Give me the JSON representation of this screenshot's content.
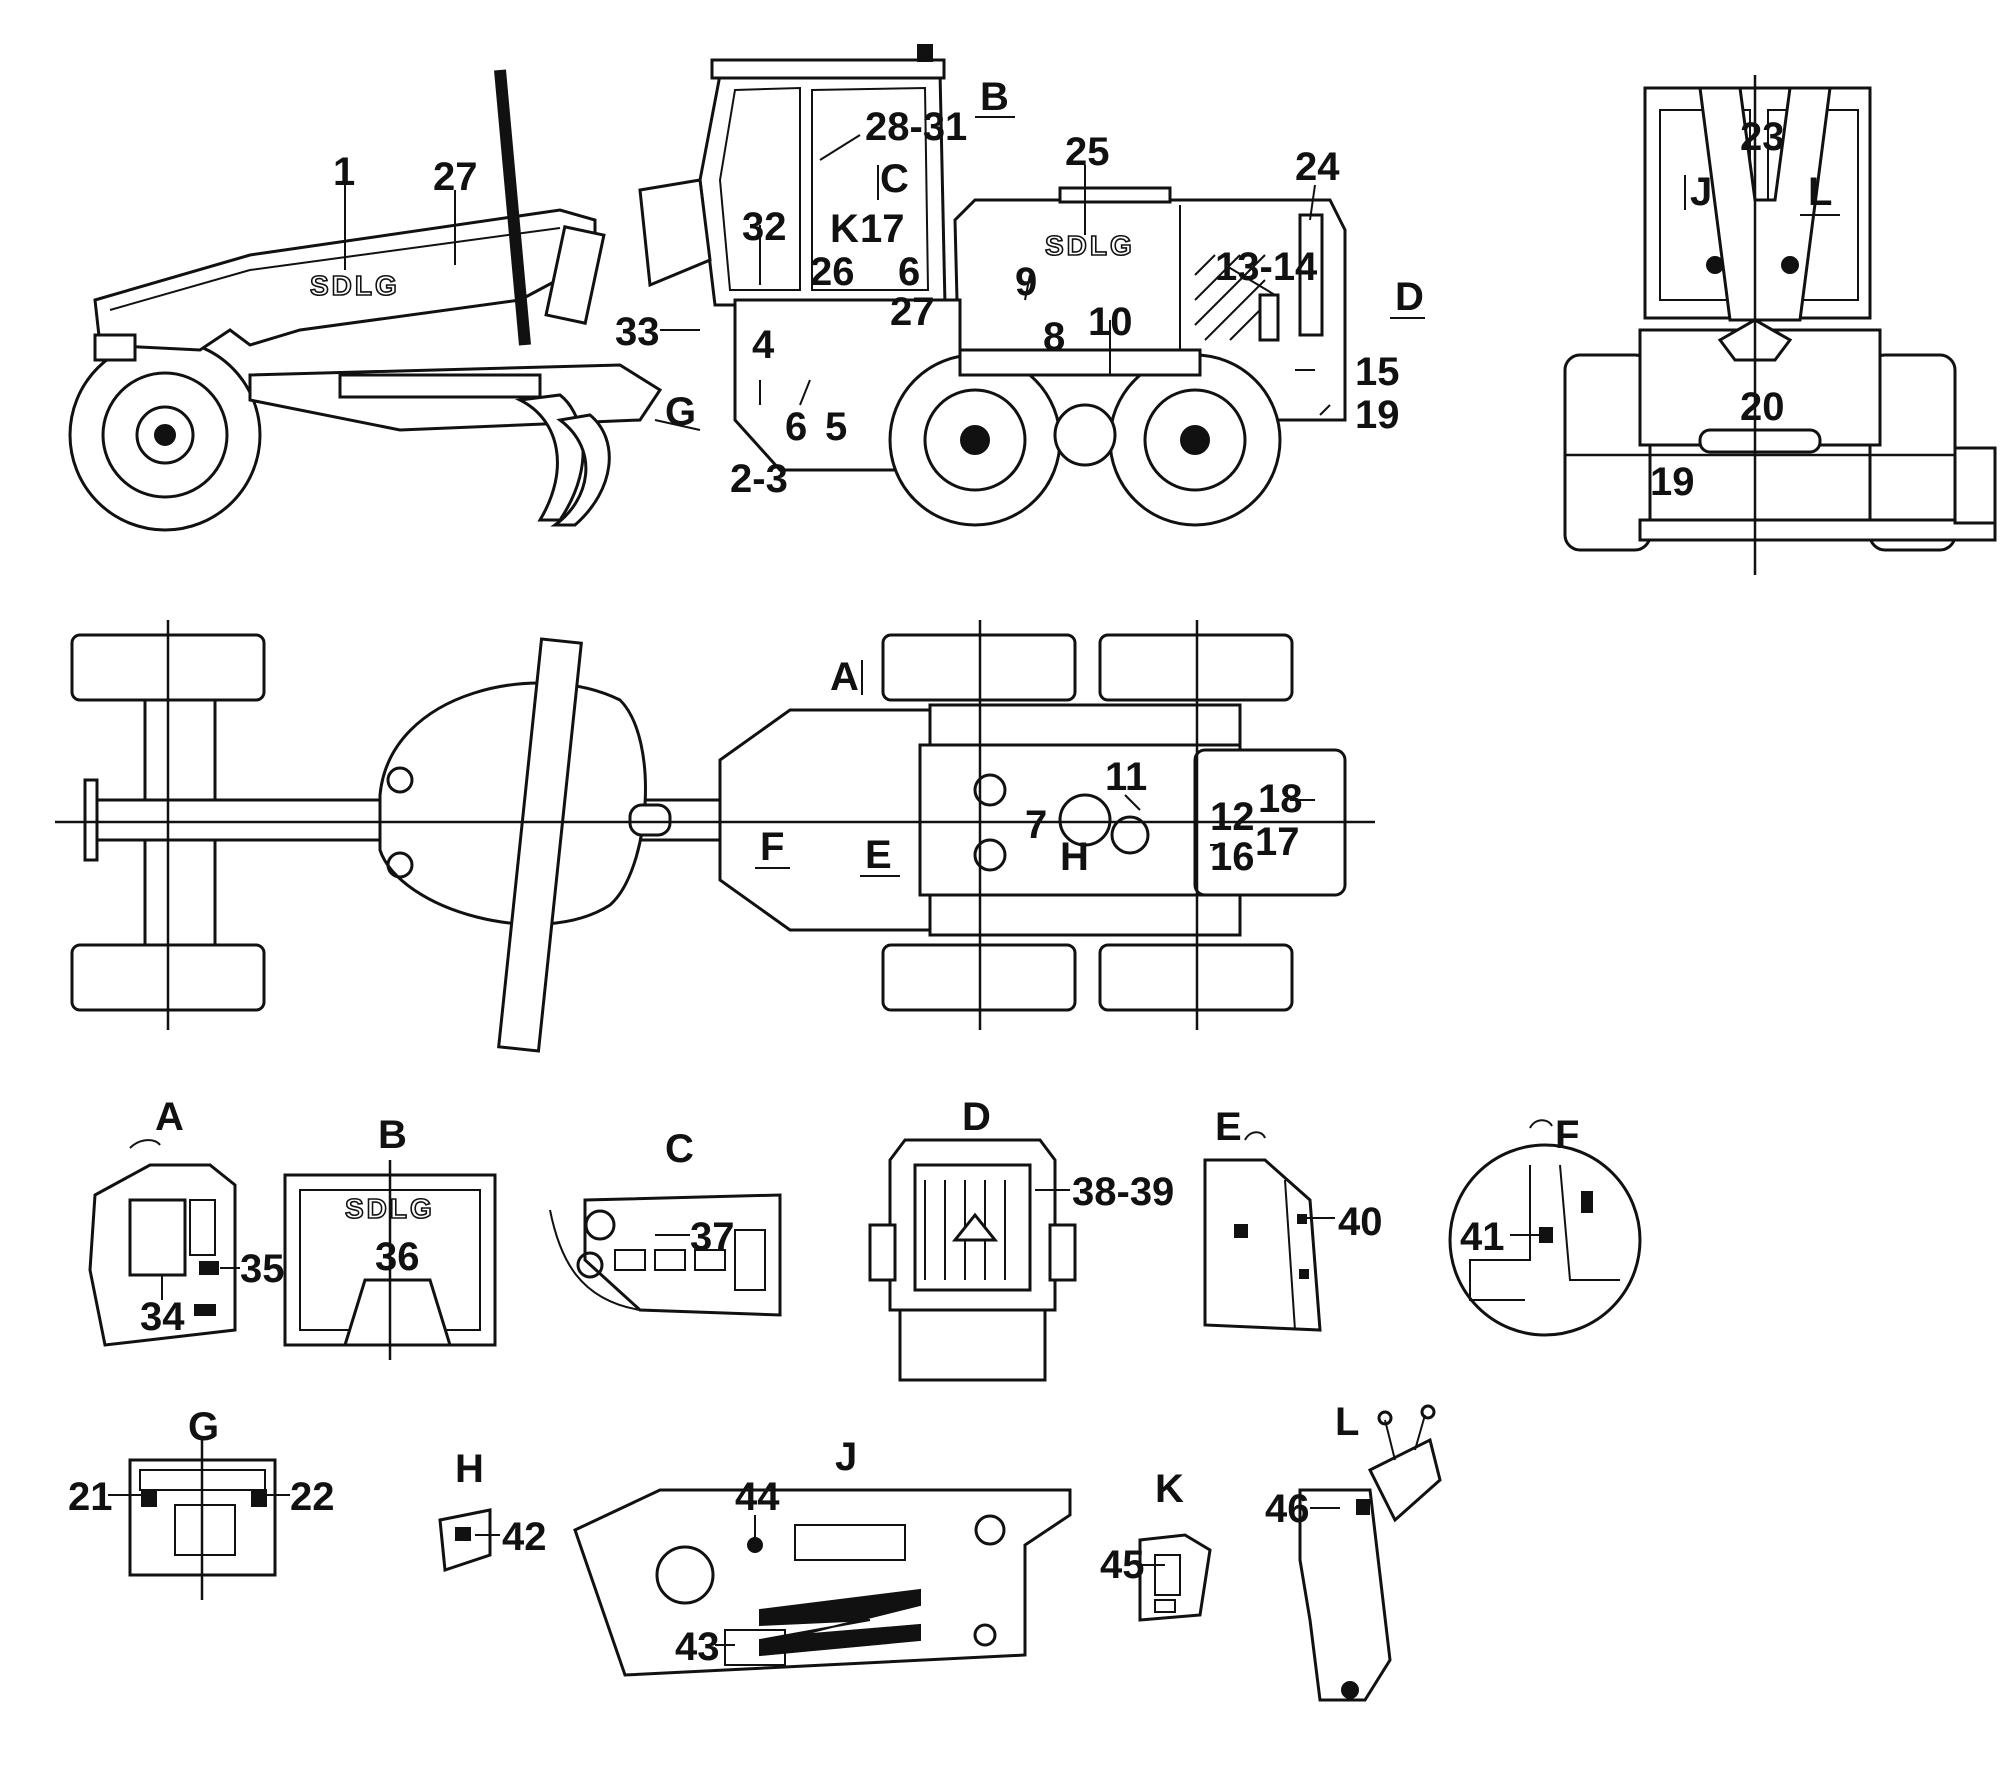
{
  "callouts": {
    "c1": "1",
    "c27a": "27",
    "c28_31": "28-31",
    "cB": "B",
    "c25": "25",
    "c24": "24",
    "c32": "32",
    "c17a": "17",
    "cK": "K",
    "cC": "C",
    "c26": "26",
    "c6a": "6",
    "c27b": "27",
    "c9": "9",
    "c8": "8",
    "c10": "10",
    "c13_14": "13-14",
    "cD": "D",
    "c15": "15",
    "c19a": "19",
    "c33": "33",
    "c4": "4",
    "cG": "G",
    "c6b": "6",
    "c5": "5",
    "c2_3": "2-3",
    "c23": "23",
    "cJ": "J",
    "cL": "L",
    "c20": "20",
    "c19b": "19",
    "cA": "A",
    "c11": "11",
    "c18": "18",
    "c7": "7",
    "c12": "12",
    "c17b": "17",
    "c16": "16",
    "cH": "H",
    "cF": "F",
    "cE": "E"
  },
  "details": {
    "A": {
      "title": "A",
      "labels": [
        "34",
        "35"
      ]
    },
    "B": {
      "title": "B",
      "labels": [
        "36"
      ]
    },
    "C": {
      "title": "C",
      "labels": [
        "37"
      ]
    },
    "D": {
      "title": "D",
      "labels": [
        "38-39"
      ]
    },
    "E": {
      "title": "E",
      "labels": [
        "40"
      ]
    },
    "F": {
      "title": "F",
      "labels": [
        "41"
      ]
    },
    "G": {
      "title": "G",
      "labels": [
        "21",
        "22"
      ]
    },
    "H": {
      "title": "H",
      "labels": [
        "42"
      ]
    },
    "J": {
      "title": "J",
      "labels": [
        "44",
        "43"
      ]
    },
    "K": {
      "title": "K",
      "labels": [
        "45"
      ]
    },
    "L": {
      "title": "L",
      "labels": [
        "46"
      ]
    }
  },
  "logo_text": "SDLG"
}
